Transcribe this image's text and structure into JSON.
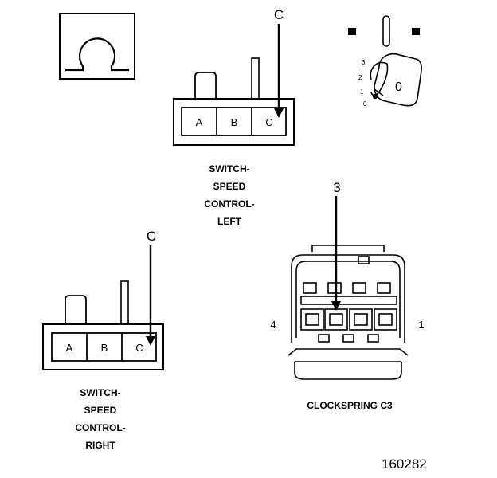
{
  "ohm_symbol": "Ω",
  "left_switch": {
    "pins": [
      "A",
      "B",
      "C"
    ],
    "callout": "C",
    "caption": [
      "SWITCH-",
      "SPEED",
      "CONTROL-",
      "LEFT"
    ]
  },
  "right_switch": {
    "pins": [
      "A",
      "B",
      "C"
    ],
    "callout": "C",
    "caption": [
      "SWITCH-",
      "SPEED",
      "CONTROL-",
      "RIGHT"
    ]
  },
  "ignition": {
    "positions": [
      "3",
      "2",
      "1",
      "0"
    ],
    "key_label": "0"
  },
  "clockspring": {
    "callout": "3",
    "pin_left": "4",
    "pin_right": "1",
    "caption": "CLOCKSPRING C3"
  },
  "figure_number": "160282"
}
